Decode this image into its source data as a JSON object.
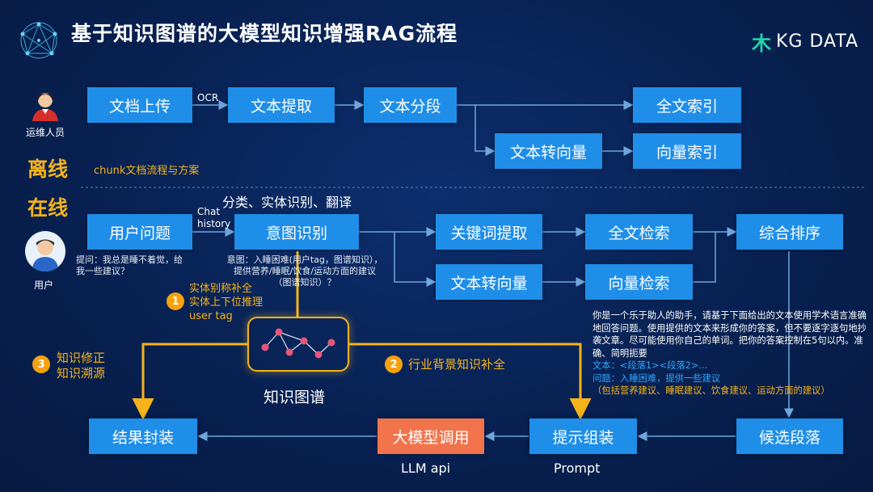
{
  "title": "基于知识图谱的大模型知识增强RAG流程",
  "logo": {
    "symbol": "⽊",
    "text": "KG DATA"
  },
  "section_labels": {
    "offline": "离线",
    "online": "在线"
  },
  "actors": {
    "ops": "运维人员",
    "user": "用户"
  },
  "offline": {
    "upload": "文档上传",
    "ocr": "OCR",
    "extract": "文本提取",
    "segment": "文本分段",
    "fulltext_index": "全文索引",
    "to_vector": "文本转向量",
    "vector_index": "向量索引",
    "chunk_note": "chunk文档流程与方案"
  },
  "online": {
    "user_question": "用户问题",
    "chat_history": "Chat\nhistory",
    "intent": "意图识别",
    "intent_top_label": "分类、实体识别、翻译",
    "question_example": "提问：我总是睡不着觉，给\n我一些建议？",
    "intent_example": "意图：入睡困难(用户tag，图谱知识），\n提供营养/睡眠/饮食/运动方面的建议\n（图谱知识）？",
    "keyword": "关键词提取",
    "to_vector": "文本转向量",
    "fulltext_search": "全文检索",
    "vector_search": "向量检索",
    "ranking": "综合排序",
    "candidates": "候选段落",
    "prompt_assembly": "提示组装",
    "llm_call": "大模型调用",
    "result": "结果封装",
    "llm_api": "LLM api",
    "prompt_label": "Prompt"
  },
  "kg": {
    "label": "知识图谱",
    "step1_num": "1",
    "step1_text": "实体别称补全\n实体上下位推理\nuser tag",
    "step2_num": "2",
    "step2_text": "行业背景知识补全",
    "step3_num": "3",
    "step3_text": "知识修正\n知识溯源"
  },
  "prompt_text": {
    "intro": "你是一个乐于助人的助手，请基于下面给出的文本使用学术语言准确地回答问题。使用提供的文本来形成你的答案，但不要逐字逐句地抄袭文章。尽可能使用你自己的单词。把你的答案控制在5句以内。准确、简明扼要",
    "text_line": "文本：<段落1><段落2>...",
    "question_line": "问题：入睡困难，提供一些建议",
    "detail_line": "（包括营养建议、睡眠建议、饮食建议、运动方面的建议）"
  },
  "colors": {
    "box": "#1f8ee8",
    "orange_box": "#f2744c",
    "accent": "#f6b31a",
    "line": "#7fb3e6"
  }
}
